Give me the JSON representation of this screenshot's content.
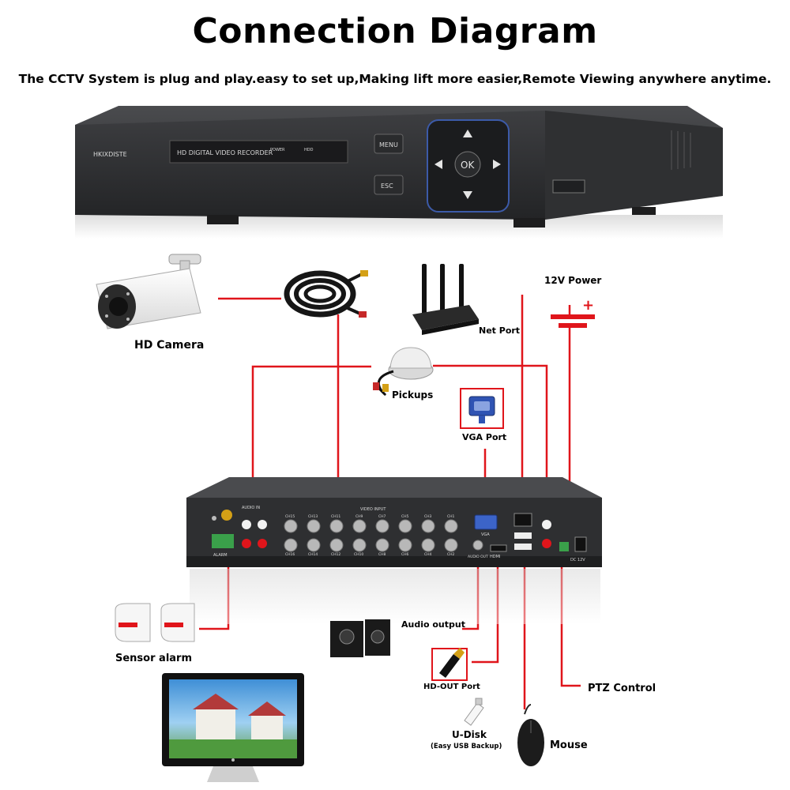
{
  "title": "Connection Diagram",
  "subtitle": "The CCTV System is plug and play.easy to set up,Making lift more easier,Remote Viewing anywhere anytime.",
  "front_panel": {
    "brand": "HKIXDISTE",
    "model_label": "HD DIGITAL VIDEO RECORDER",
    "power_label": "POWER",
    "hdd_label": "HDD",
    "menu_label": "MENU",
    "esc_label": "ESC",
    "ok_label": "OK"
  },
  "labels": {
    "hd_camera": "HD Camera",
    "pickups": "Pickups",
    "net_port": "Net Port",
    "power_12v": "12V Power",
    "vga_port": "VGA Port",
    "sensor_alarm": "Sensor alarm",
    "audio_output": "Audio output",
    "hd_out_port": "HD-OUT Port",
    "ptz_control": "PTZ Control",
    "u_disk": "U-Disk",
    "u_disk_note": "(Easy USB Backup)",
    "mouse": "Mouse"
  },
  "rear_panel": {
    "audio_in": "AUDIO IN",
    "video_input": "VIDEO INPUT",
    "vga": "VGA",
    "hdmi": "HDMI",
    "audio_out": "AUDIO OUT",
    "alarm": "ALARM",
    "dc": "DC 12V",
    "top_channels": [
      "CH15",
      "CH13",
      "CH11",
      "CH9",
      "CH7",
      "CH5",
      "CH3",
      "CH1"
    ],
    "bottom_channels": [
      "CH16",
      "CH14",
      "CH12",
      "CH10",
      "CH8",
      "CH6",
      "CH4",
      "CH2"
    ]
  },
  "colors": {
    "connector_line": "#e0151b",
    "dvr_body": "#3a3b3d"
  }
}
